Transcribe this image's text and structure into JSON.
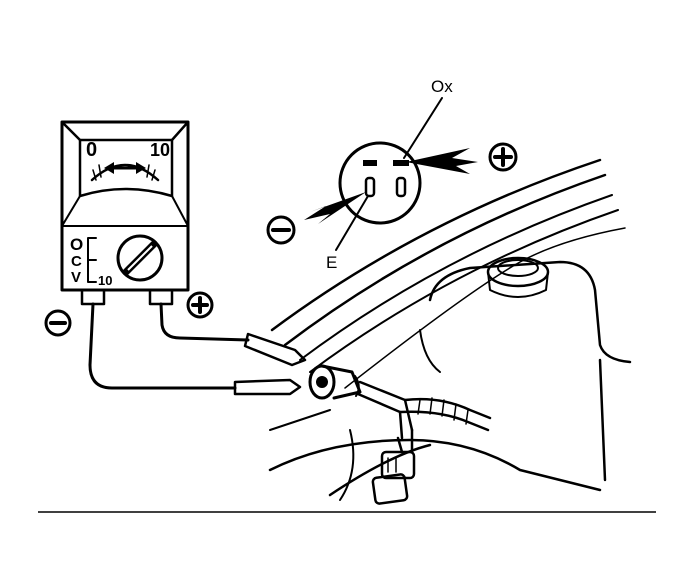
{
  "meter": {
    "scale_min": "0",
    "scale_max": "10",
    "range_letters": [
      "O",
      "C",
      "V"
    ],
    "range_value": "10"
  },
  "connector": {
    "terminal_ox": "Ox",
    "terminal_e": "E"
  },
  "symbols": {
    "positive": "+",
    "negative": "−"
  },
  "colors": {
    "ink": "#000000",
    "background": "#ffffff"
  }
}
